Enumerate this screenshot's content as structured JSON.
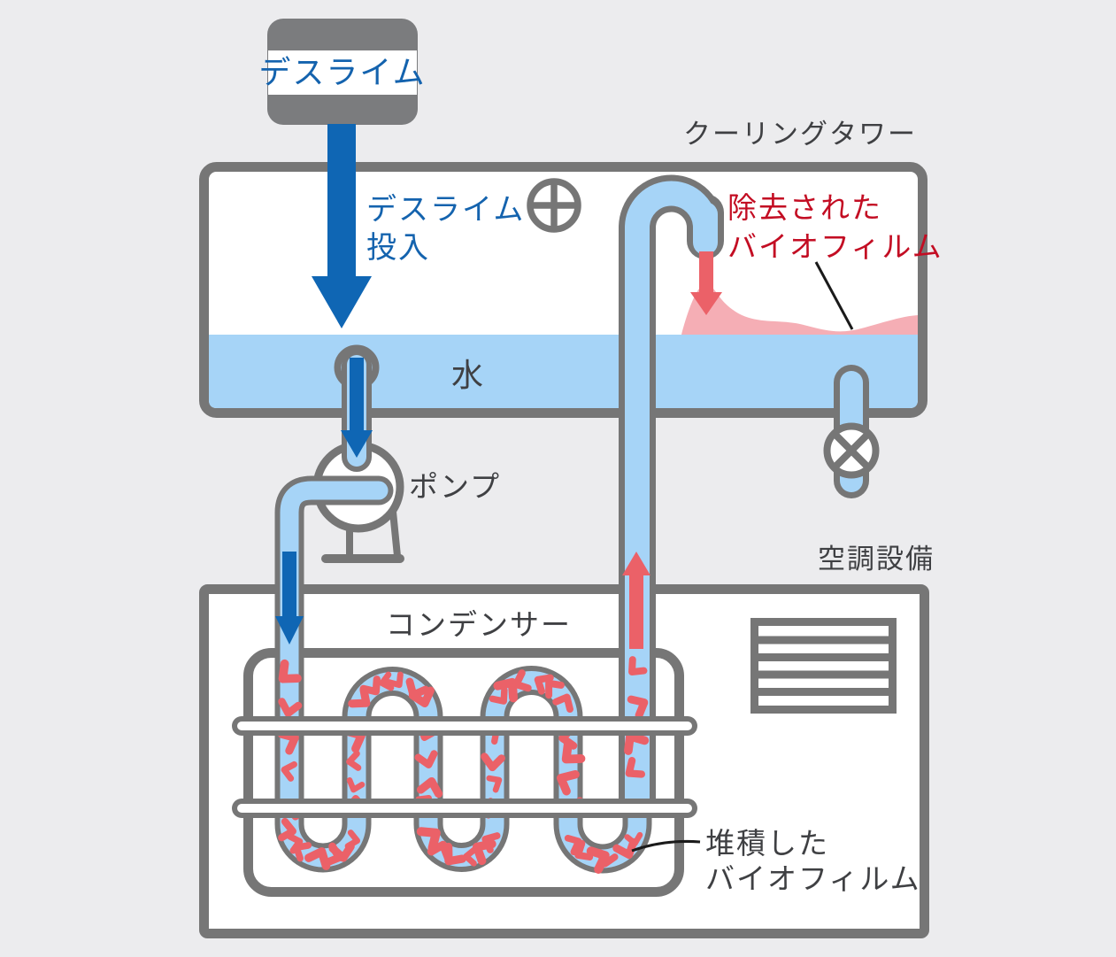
{
  "title": "クーリングタワーのバイオフィルム除去の仕組み図",
  "labels": {
    "product": "デスライム",
    "dosing_line1": "デスライム",
    "dosing_line2": "投入",
    "cooling_tower": "クーリングタワー",
    "removed_line1": "除去された",
    "removed_line2": "バイオフィルム",
    "water": "水",
    "pump": "ポンプ",
    "hvac": "空調設備",
    "condenser": "コンデンサー",
    "accumulated_line1": "堆積した",
    "accumulated_line2": "バイオフィルム"
  },
  "icons": {
    "fan": "crosshair-circle",
    "drain_valve": "circle-with-x",
    "grille": "horizontal-louver-vent"
  },
  "theme": {
    "background": "#ECECEE",
    "outline_gray": "#767676",
    "container_gray": "#7B7C7E",
    "water_blue": "#A6D4F7",
    "arrow_blue": "#0F66B4",
    "label_blue": "#1463AE",
    "text_dark": "#3F4043",
    "text_red": "#C30D23",
    "biofilm_red": "#EB6168",
    "biofilm_pink": "#F5AEB5",
    "white": "#FFFFFF"
  }
}
